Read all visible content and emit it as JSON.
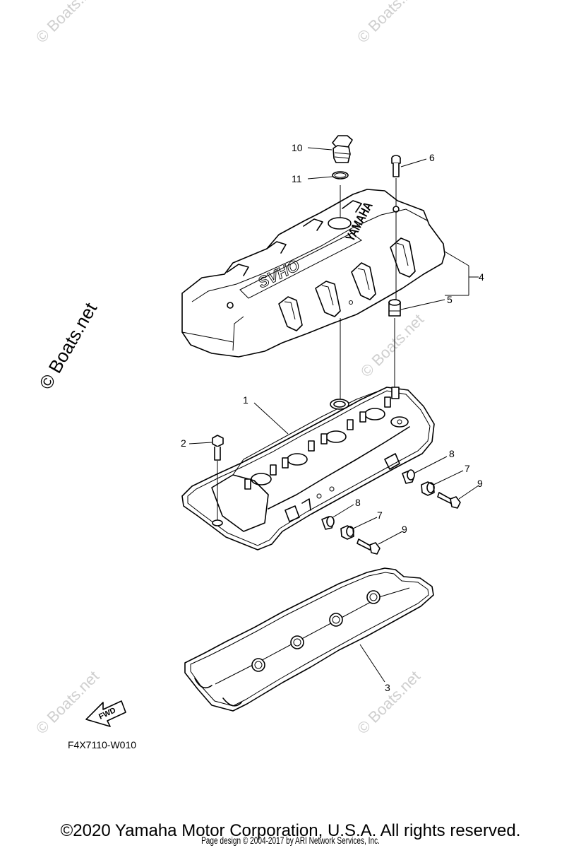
{
  "callouts": [
    "1",
    "2",
    "3",
    "4",
    "5",
    "6",
    "7",
    "7",
    "8",
    "8",
    "9",
    "9",
    "10",
    "11"
  ],
  "cover_brand": "YAMAHA",
  "cover_model": "SVHO",
  "fwd_label": "FWD",
  "figure_code": "F4X7110-W010",
  "watermark_main": "© Boats.net",
  "watermark_small": "© Boats.net",
  "copyright": "©2020 Yamaha Motor Corporation, U.S.A. All rights reserved.",
  "page_credit": "Page design © 2004-2017 by ARI Network Services, Inc."
}
